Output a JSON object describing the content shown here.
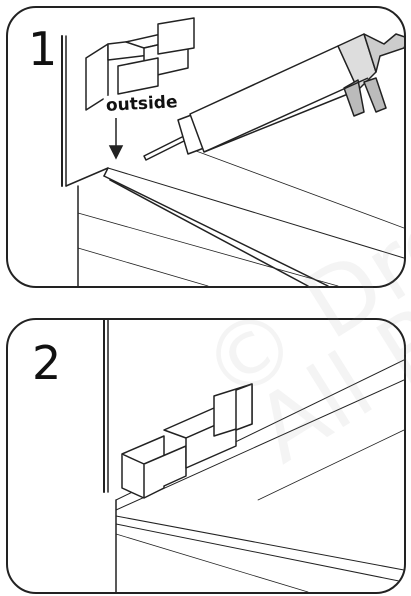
{
  "step1": {
    "number": "1",
    "callout": "outside"
  },
  "step2": {
    "number": "2"
  },
  "watermark": {
    "line1": "© Dre",
    "line2": "All R"
  }
}
